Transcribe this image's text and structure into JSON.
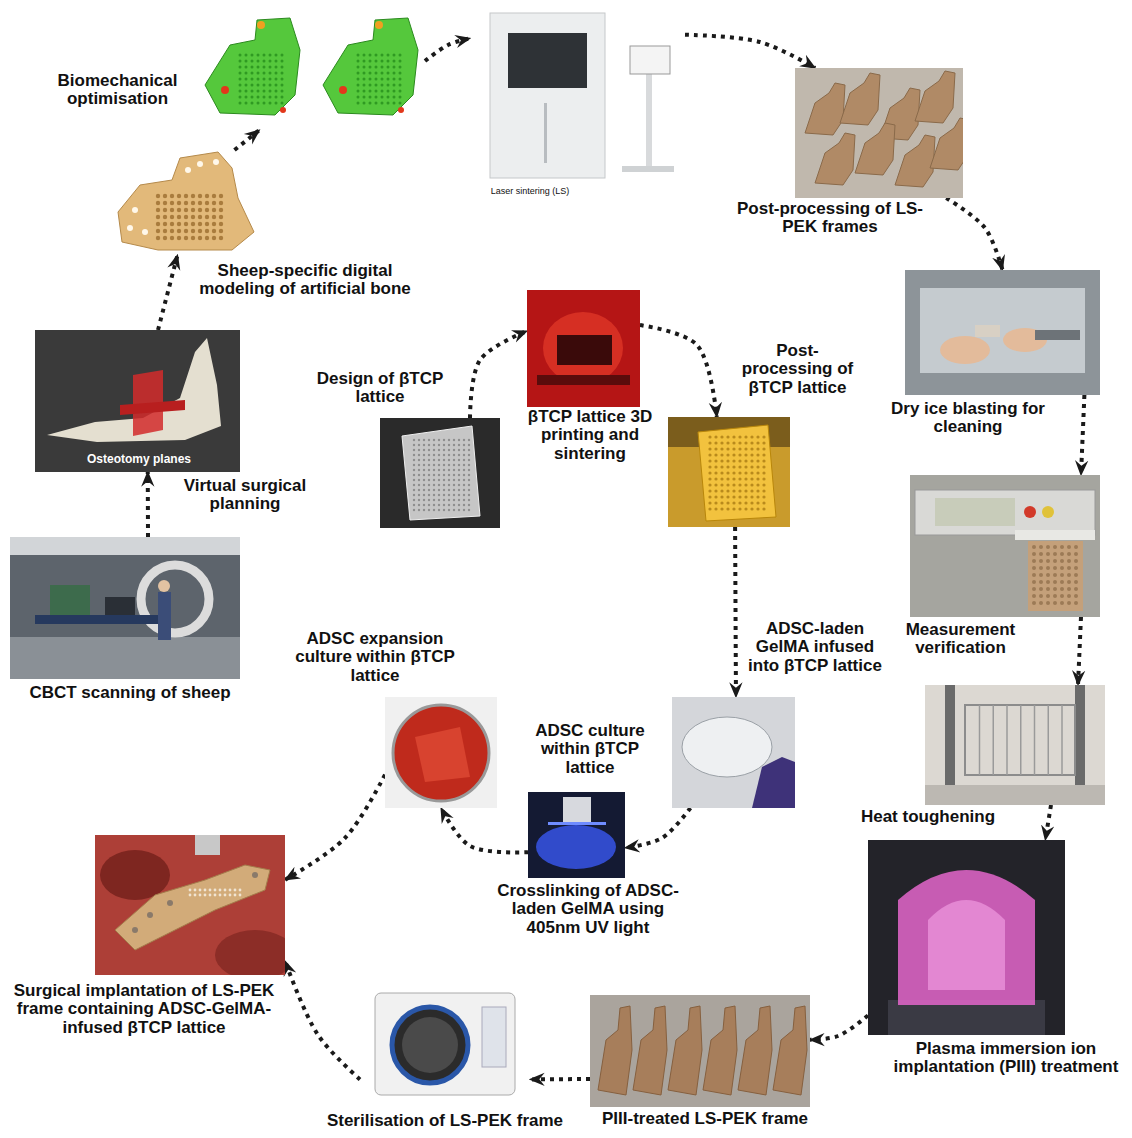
{
  "diagram": {
    "nodes": [
      {
        "text": [
          "CBCT scanning of sheep"
        ]
      },
      {
        "text": [
          "Virtual surgical planning"
        ]
      },
      {
        "text": [
          "Sheep-specific digital modeling of artificial bone"
        ]
      },
      {
        "text": [
          "Biomechanical optimisation"
        ]
      },
      {
        "text": [
          "Laser sintering (LS)"
        ]
      },
      {
        "text": [
          "Post-processing of LS-PEK frames"
        ]
      },
      {
        "text": [
          "Dry ice blasting for cleaning"
        ]
      },
      {
        "text": [
          "Measurement verification"
        ]
      },
      {
        "text": [
          "Heat toughening"
        ]
      },
      {
        "text": [
          "Plasma immersion ion implantation (PIII) treatment"
        ]
      },
      {
        "text": [
          "PIII-treated LS-PEK frame"
        ]
      },
      {
        "text": [
          "Sterilisation of LS-PEK frame"
        ]
      },
      {
        "text": [
          "Surgical implantation of LS-PEK frame containing ADSC-GelMA-infused βTCP lattice"
        ]
      },
      {
        "text": [
          "Design of βTCP lattice"
        ]
      },
      {
        "text": [
          "βTCP lattice 3D printing and sintering"
        ]
      },
      {
        "text": [
          "Post-processing of βTCP lattice"
        ]
      },
      {
        "text": [
          "ADSC-laden GelMA infused into βTCP lattice"
        ]
      },
      {
        "text": [
          "ADSC culture within βTCP lattice",
          "Crosslinking of ADSC-laden GelMA using 405nm UV light"
        ]
      },
      {
        "text": [
          "ADSC expansion culture within βTCP lattice"
        ]
      }
    ],
    "edges": [
      {
        "from": 0,
        "to": 1,
        "arrow": "to"
      },
      {
        "from": 1,
        "to": 2,
        "arrow": "to"
      },
      {
        "from": 2,
        "to": 3,
        "arrow": "to"
      },
      {
        "from": 3,
        "to": 4,
        "arrow": "to"
      },
      {
        "from": 4,
        "to": 5,
        "arrow": "to"
      },
      {
        "from": 5,
        "to": 6,
        "arrow": "to"
      },
      {
        "from": 6,
        "to": 7,
        "arrow": "to"
      },
      {
        "from": 7,
        "to": 8,
        "arrow": "to"
      },
      {
        "from": 8,
        "to": 9,
        "arrow": "to"
      },
      {
        "from": 9,
        "to": 10,
        "arrow": "to"
      },
      {
        "from": 10,
        "to": 11,
        "arrow": "to"
      },
      {
        "from": 11,
        "to": 12,
        "arrow": "to"
      },
      {
        "from": 13,
        "to": 14,
        "arrow": "to"
      },
      {
        "from": 14,
        "to": 15,
        "arrow": "to"
      },
      {
        "from": 15,
        "to": 16,
        "arrow": "to"
      },
      {
        "from": 16,
        "to": 17,
        "arrow": "to"
      },
      {
        "from": 17,
        "to": 18,
        "arrow": "to"
      },
      {
        "from": 18,
        "to": 12,
        "arrow": "to"
      }
    ],
    "labels": [
      "Osteotomy planes"
    ]
  }
}
